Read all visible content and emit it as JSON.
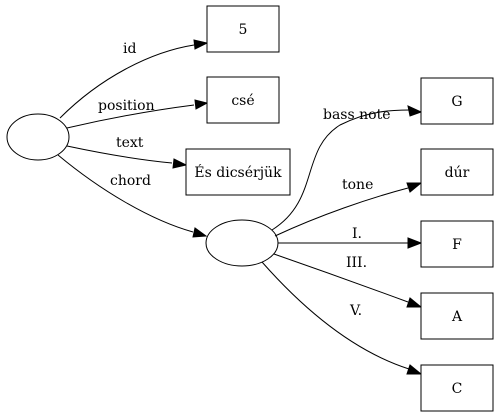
{
  "graph": {
    "nodes": {
      "id_value": "5",
      "position_value": "csé",
      "text_value": "És dicsérjük",
      "bass_note_value": "G",
      "tone_value": "dúr",
      "first_value": "F",
      "third_value": "A",
      "fifth_value": "C"
    },
    "edges": {
      "id": "id",
      "position": "position",
      "text": "text",
      "chord": "chord",
      "bass_note": "bass note",
      "tone": "tone",
      "first": "I.",
      "third": "III.",
      "fifth": "V."
    }
  }
}
